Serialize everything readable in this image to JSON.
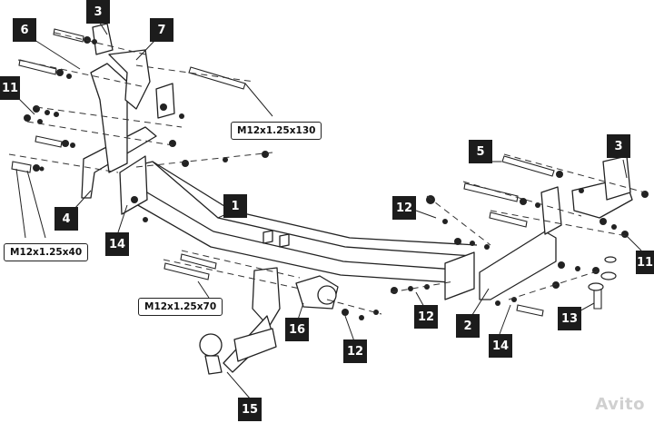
{
  "diagram": {
    "callouts": {
      "c1": "1",
      "c2": "2",
      "c3a": "3",
      "c3b": "3",
      "c4": "4",
      "c5": "5",
      "c6": "6",
      "c7": "7",
      "c11a": "11",
      "c11b": "11",
      "c12a": "12",
      "c12b": "12",
      "c12c": "12",
      "c13": "13",
      "c14a": "14",
      "c14b": "14",
      "c15": "15",
      "c16": "16"
    },
    "specs": {
      "bolt_130": "M12x1.25x130",
      "bolt_40": "M12x1.25x40",
      "bolt_70": "M12x1.25x70"
    },
    "watermark": "Avito"
  },
  "colors": {
    "line": "#222222",
    "label_bg": "#1c1c1c"
  }
}
